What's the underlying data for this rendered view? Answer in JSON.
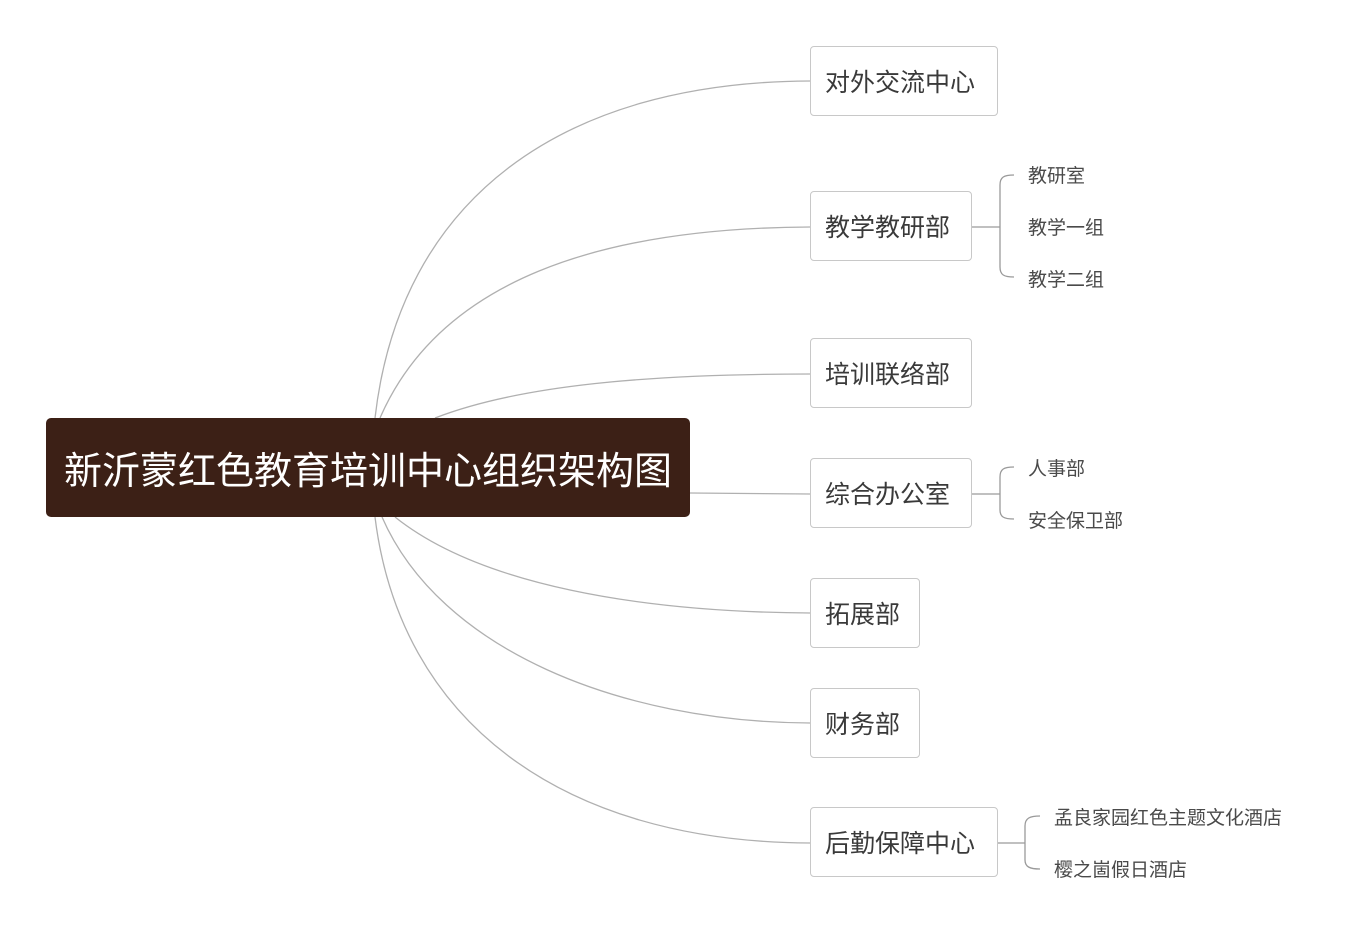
{
  "diagram": {
    "root": "新沂蒙红色教育培训中心组织架构图",
    "branches": [
      {
        "label": "对外交流中心",
        "children": []
      },
      {
        "label": "教学教研部",
        "children": [
          "教研室",
          "教学一组",
          "教学二组"
        ]
      },
      {
        "label": "培训联络部",
        "children": []
      },
      {
        "label": "综合办公室",
        "children": [
          "人事部",
          "安全保卫部"
        ]
      },
      {
        "label": "拓展部",
        "children": []
      },
      {
        "label": "财务部",
        "children": []
      },
      {
        "label": "后勤保障中心",
        "children": [
          "孟良家园红色主题文化酒店",
          "樱之崮假日酒店"
        ]
      }
    ]
  },
  "colors": {
    "root_bg": "#3c2016",
    "root_text": "#ffffff",
    "line": "#b0b0b0",
    "node_border": "#c8c8c8",
    "node_text": "#3a3a3a"
  }
}
